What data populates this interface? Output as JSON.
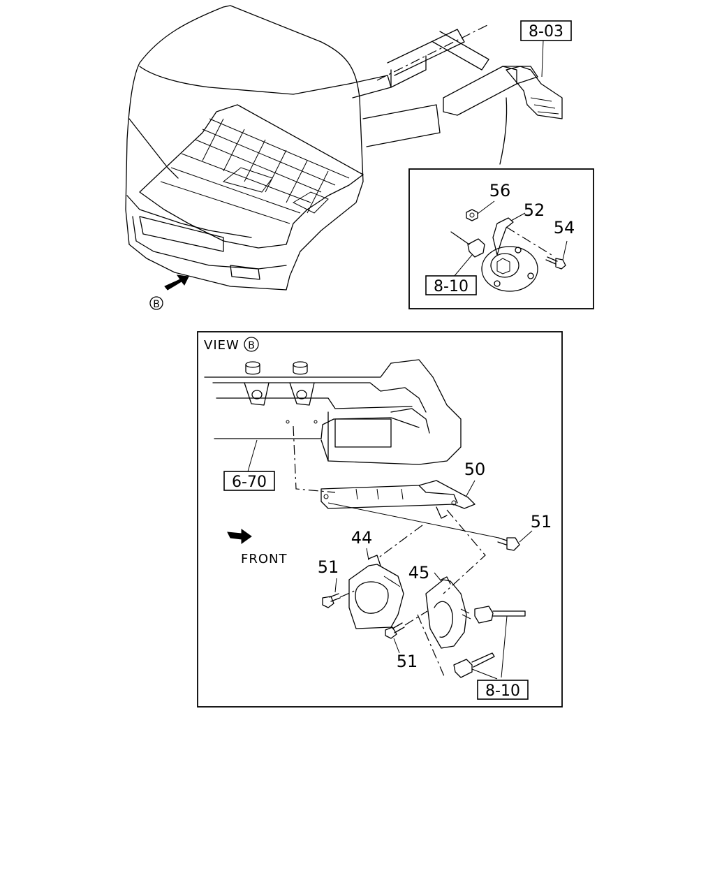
{
  "labels": {
    "ref_8_03": "8-03",
    "ref_8_10_top": "8-10",
    "ref_6_70": "6-70",
    "ref_8_10_bottom": "8-10",
    "part_56": "56",
    "part_52": "52",
    "part_54": "54",
    "part_50": "50",
    "part_51_right": "51",
    "part_44": "44",
    "part_45": "45",
    "part_51_left": "51",
    "part_51_bottom": "51",
    "view_label": "VIEW",
    "view_marker": "B",
    "arrow_marker": "B",
    "front_label": "FRONT"
  }
}
